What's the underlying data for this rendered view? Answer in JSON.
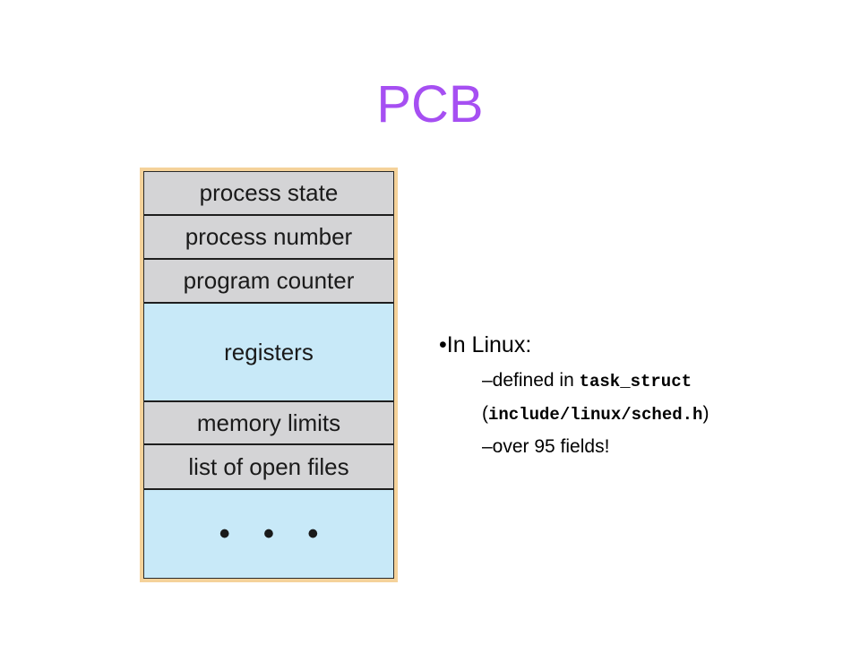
{
  "slide": {
    "title": "PCB"
  },
  "pcb_table": {
    "rows": [
      {
        "label": "process state",
        "style": "gray"
      },
      {
        "label": "process number",
        "style": "gray"
      },
      {
        "label": "program counter",
        "style": "gray"
      },
      {
        "label": "registers",
        "style": "blue"
      },
      {
        "label": "memory limits",
        "style": "gray"
      },
      {
        "label": "list of open files",
        "style": "gray"
      },
      {
        "label": "• • •",
        "style": "blue"
      }
    ]
  },
  "info": {
    "bullet": "•In Linux:",
    "line1_prefix": "–defined in ",
    "line1_code": "task_struct",
    "line2_open": "(",
    "line2_code": "include/linux/sched.h",
    "line2_close": ")",
    "line3": "–over 95 fields!"
  },
  "colors": {
    "title": "#a64ff2",
    "gray_cell": "#d4d4d6",
    "blue_cell": "#c8e9f8",
    "frame": "#f5d29a"
  }
}
